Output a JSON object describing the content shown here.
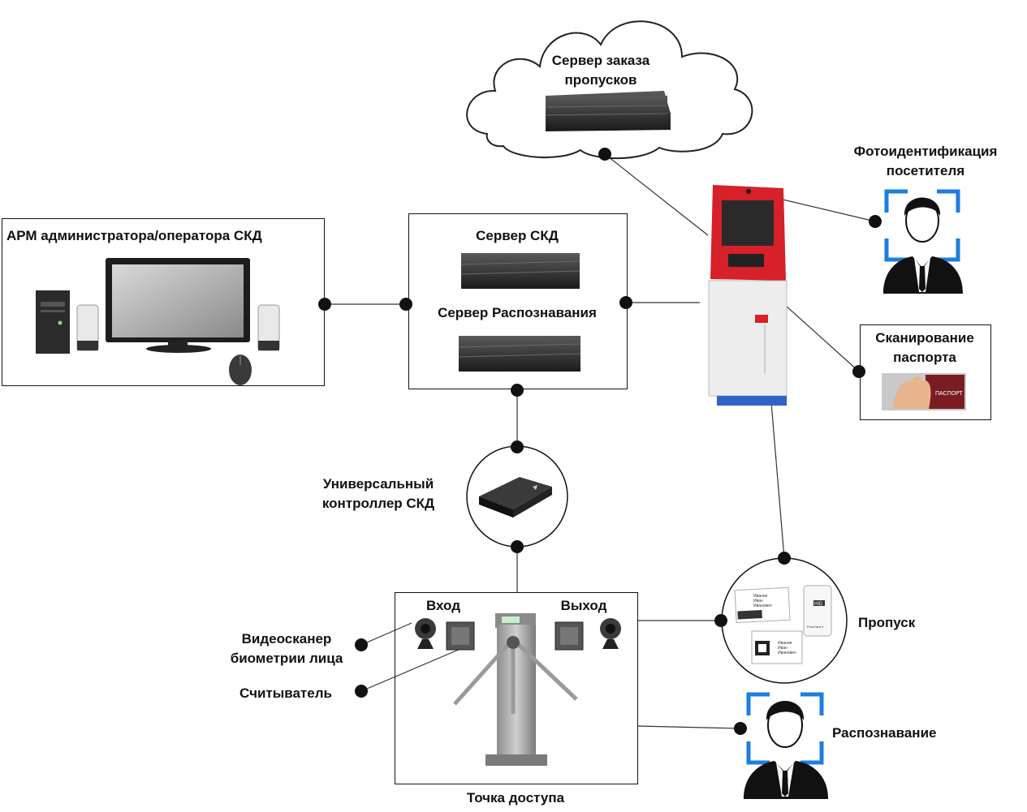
{
  "cloud_server": {
    "line1": "Сервер заказа",
    "line2": "пропусков"
  },
  "workstation": {
    "title": "АРМ администратора/оператора СКД"
  },
  "server_block": {
    "skd_server": "Сервер СКД",
    "recognition_server": "Сервер Распознавания"
  },
  "photo_id": {
    "line1": "Фотоидентификация",
    "line2": "посетителя"
  },
  "passport_scan": {
    "line1": "Сканирование",
    "line2": "паспорта",
    "passport_word": "ПАСПОРТ"
  },
  "controller": {
    "line1": "Универсальный",
    "line2": "контроллер СКД"
  },
  "access_point": {
    "title": "Точка доступа",
    "entry": "Вход",
    "exit": "Выход",
    "face_scanner_line1": "Видеосканер",
    "face_scanner_line2": "биометрии лица",
    "reader": "Считыватель"
  },
  "pass": {
    "label": "Пропуск",
    "card_name_1": "Иванов",
    "card_name_2": "Иван",
    "card_name_3": "Иванович",
    "hid_badge": "HID",
    "prox_text": "ProxCard II"
  },
  "recognition": {
    "label": "Распознавание"
  },
  "colors": {
    "kiosk_red": "#d6202a",
    "face_frame_blue": "#1e7de0",
    "kiosk_base_blue": "#2f63c9"
  }
}
